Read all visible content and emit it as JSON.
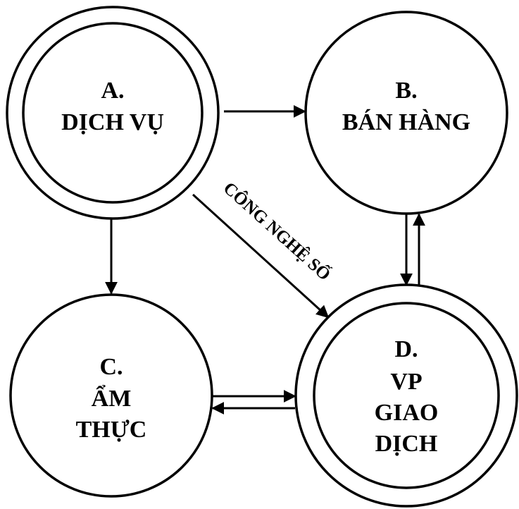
{
  "colors": {
    "stroke": "#000000",
    "background": "#ffffff"
  },
  "nodes": {
    "a": {
      "line1": "A.",
      "line2": "DỊCH VỤ"
    },
    "b": {
      "line1": "B.",
      "line2": "BÁN HÀNG"
    },
    "c": {
      "line1": "C.",
      "line2": "ẨM",
      "line3": "THỰC"
    },
    "d": {
      "line1": "D.",
      "line2": "VP",
      "line3": "GIAO",
      "line4": "DỊCH"
    }
  },
  "edges": {
    "a_to_d_label": "CÔNG NGHỆ SỐ"
  }
}
